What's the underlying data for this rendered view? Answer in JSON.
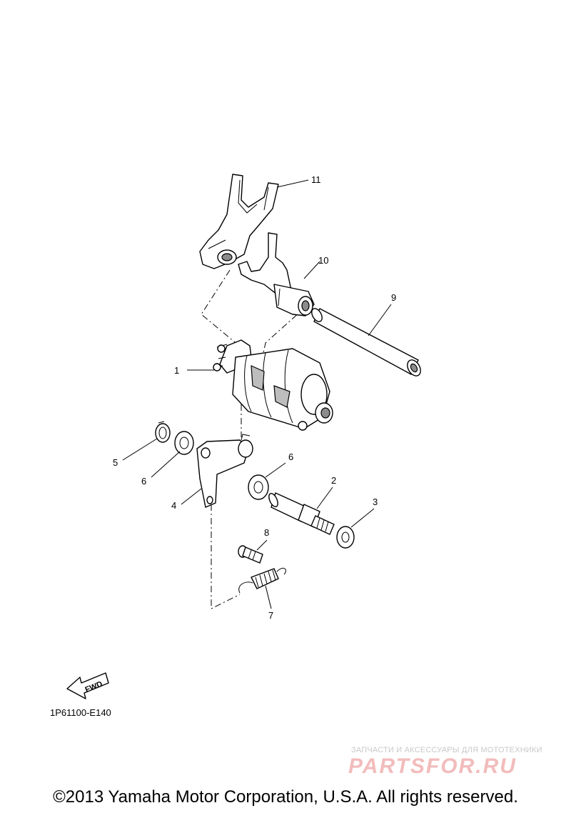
{
  "callouts": {
    "c1": "1",
    "c2": "2",
    "c3": "3",
    "c4": "4",
    "c5": "5",
    "c6a": "6",
    "c6b": "6",
    "c7": "7",
    "c8": "8",
    "c9": "9",
    "c10": "10",
    "c11": "11"
  },
  "fwd_label": "FWD",
  "diagram_code": "1P61100-E140",
  "watermark": {
    "tagline": "ЗАПЧАСТИ И АКСЕССУАРЫ ДЛЯ МОТОТЕХНИКИ",
    "brand": "PARTSFOR.RU"
  },
  "copyright": "©2013 Yamaha Motor Corporation, U.S.A. All rights reserved."
}
